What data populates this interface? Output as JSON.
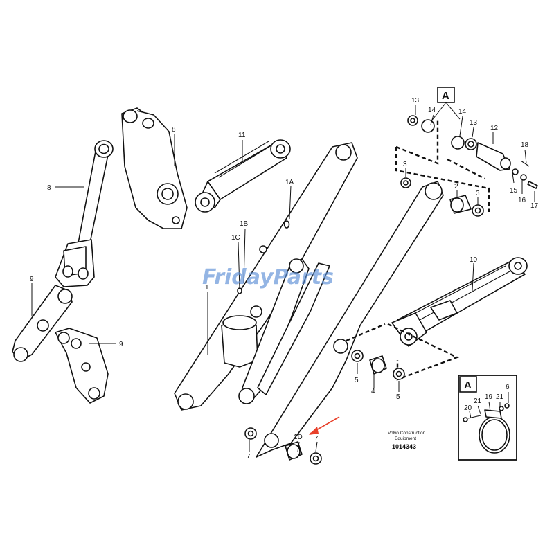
{
  "callouts": {
    "c1": "1",
    "c1A": "1A",
    "c1B": "1B",
    "c1C": "1C",
    "c1D": "1D",
    "c2": "2",
    "c3a": "3",
    "c3b": "3",
    "c4": "4",
    "c5a": "5",
    "c5b": "5",
    "c6": "6",
    "c7a": "7",
    "c7b": "7",
    "c8a": "8",
    "c8b": "8",
    "c9a": "9",
    "c9b": "9",
    "c10": "10",
    "c11": "11",
    "c12": "12",
    "c13a": "13",
    "c13b": "13",
    "c14a": "14",
    "c14b": "14",
    "c15": "15",
    "c16": "16",
    "c17": "17",
    "c18": "18",
    "c19": "19",
    "c20": "20",
    "c21a": "21",
    "c21b": "21"
  },
  "detail_labels": {
    "top": "A",
    "inset": "A"
  },
  "caption": {
    "line1": "Volvo Construction",
    "line2": "Equipment",
    "number": "1014343"
  },
  "watermark": "FridayParts",
  "colors": {
    "highlight_arrow": "#e8402a",
    "watermark": "#5b8fd6"
  }
}
